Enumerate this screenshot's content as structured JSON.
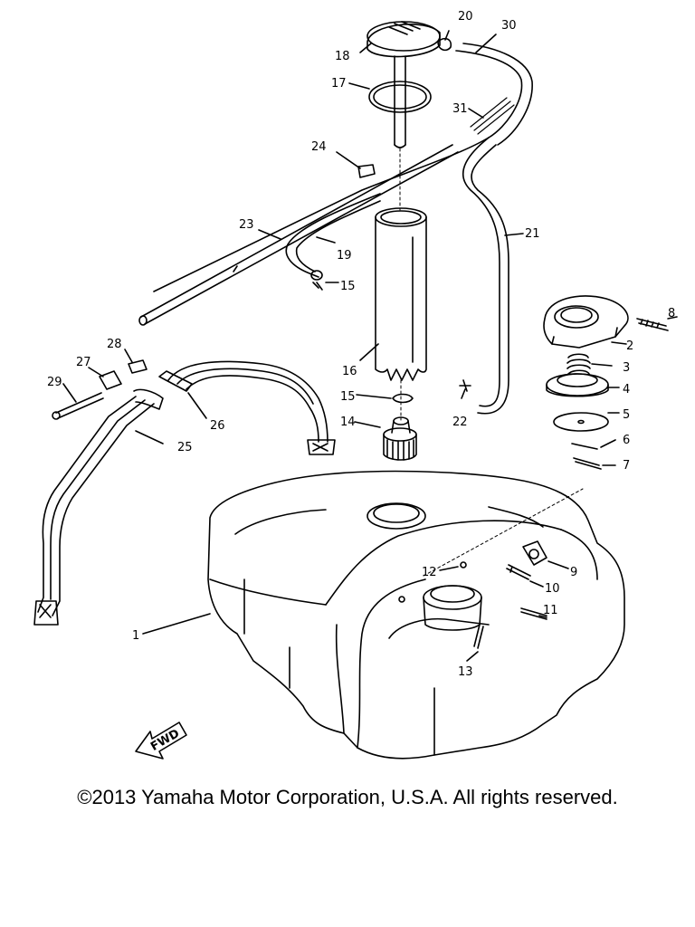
{
  "diagram": {
    "labels": {
      "p1": "1",
      "p2": "2",
      "p3": "3",
      "p4": "4",
      "p5": "5",
      "p6": "6",
      "p7": "7",
      "p8": "8",
      "p9": "9",
      "p10": "10",
      "p11": "11",
      "p12": "12",
      "p13": "13",
      "p14": "14",
      "p15a": "15",
      "p15b": "15",
      "p16": "16",
      "p17": "17",
      "p18": "18",
      "p19": "19",
      "p20": "20",
      "p21": "21",
      "p22": "22",
      "p23": "23",
      "p24": "24",
      "p25": "25",
      "p26": "26",
      "p27": "27",
      "p28": "28",
      "p29": "29",
      "p30": "30",
      "p31": "31"
    },
    "fwd_label": "FWD"
  },
  "footer": {
    "copyright": "©2013 Yamaha Motor Corporation, U.S.A. All rights reserved."
  }
}
